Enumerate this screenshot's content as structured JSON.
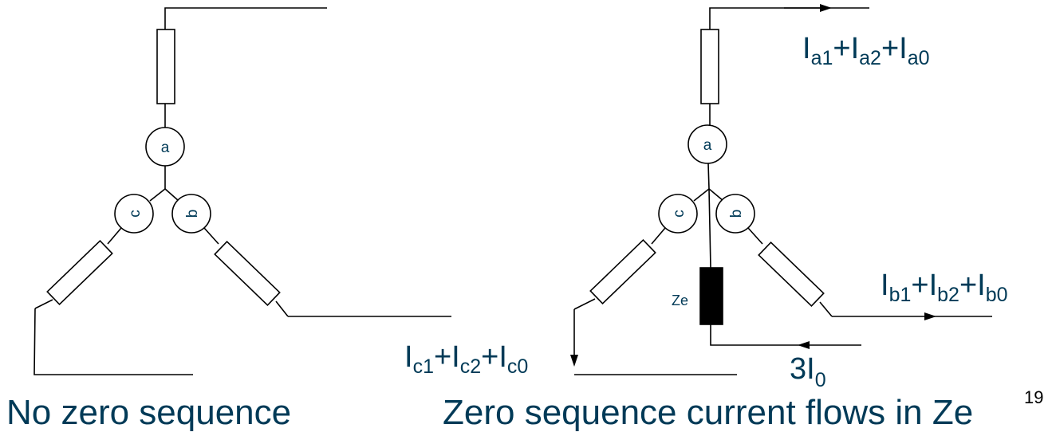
{
  "left_diagram": {
    "winding_labels": {
      "a": "a",
      "b": "b",
      "c": "c"
    },
    "caption": "No zero sequence"
  },
  "right_diagram": {
    "winding_labels": {
      "a": "a",
      "b": "b",
      "c": "c"
    },
    "neutral_impedance_label": "Ze",
    "phase_a_current": {
      "main": [
        "I",
        "+I",
        "+I"
      ],
      "subs": [
        "a1",
        "a2",
        "a0"
      ]
    },
    "phase_b_current": {
      "main": [
        "I",
        "+I",
        "+I"
      ],
      "subs": [
        "b1",
        "b2",
        "b0"
      ]
    },
    "phase_c_current": {
      "main": [
        "I",
        "+I",
        "+I"
      ],
      "subs": [
        "c1",
        "c2",
        "c0"
      ]
    },
    "neutral_current": {
      "prefix": "3I",
      "sub": "0"
    },
    "caption": "Zero sequence current flows in Ze"
  },
  "page_number": "19",
  "colors": {
    "text": "#003a57",
    "lines": "#000000"
  }
}
